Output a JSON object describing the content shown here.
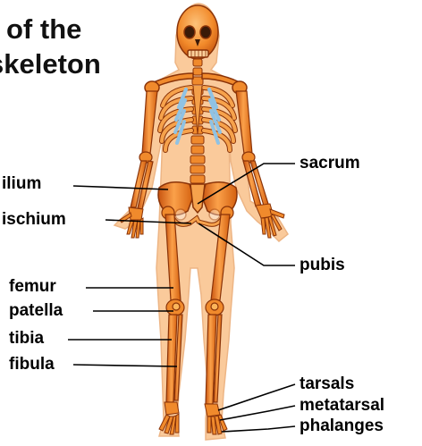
{
  "title": {
    "line1": "of the",
    "line2": "skeleton"
  },
  "labels": {
    "left": {
      "ilium": "ilium",
      "ischium": "ischium",
      "femur": "femur",
      "patella": "patella",
      "tibia": "tibia",
      "fibula": "fibula"
    },
    "right": {
      "sacrum": "sacrum",
      "pubis": "pubis",
      "tarsals": "tarsals",
      "metatarsal": "metatarsal",
      "phalanges": "phalanges"
    }
  },
  "colors": {
    "bone": "#f07a1e",
    "bone_light": "#fbb55a",
    "bone_dark": "#b2470c",
    "ribs": "#9cc8e6",
    "leader": "#000000"
  }
}
